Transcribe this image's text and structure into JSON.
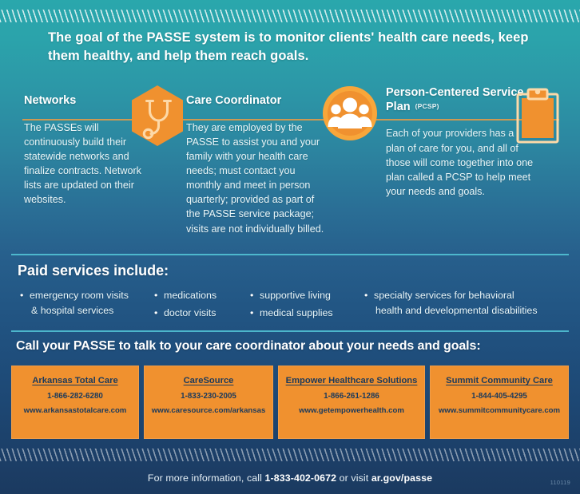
{
  "headline": "The goal of the PASSE system is to monitor clients' health care needs, keep them healthy, and help them reach goals.",
  "columns": [
    {
      "title": "Networks",
      "abbr": "",
      "body": "The PASSEs will continuously build their statewide networks and finalize contracts. Network lists are updated on their websites."
    },
    {
      "title": "Care Coordinator",
      "abbr": "",
      "body": "They are employed by the PASSE to assist you and your family with your health care needs; must contact you monthly and meet in person quarterly; provided as part of the PASSE service package; visits are not individually billed."
    },
    {
      "title": "Person-Centered Service Plan",
      "abbr": "(PCSP)",
      "body": "Each of your providers has a plan of care for you, and all of those will come together into one plan called a PCSP to help meet your needs and goals."
    }
  ],
  "icons": {
    "stethoscope": "stethoscope-icon",
    "people": "people-group-icon",
    "clipboard": "clipboard-icon"
  },
  "paid_services": {
    "heading": "Paid services include:",
    "groups": [
      {
        "items": [
          {
            "text": "emergency room visits",
            "cont": "& hospital services"
          }
        ]
      },
      {
        "items": [
          {
            "text": "medications",
            "cont": ""
          },
          {
            "text": "doctor visits",
            "cont": ""
          }
        ]
      },
      {
        "items": [
          {
            "text": "supportive living",
            "cont": ""
          },
          {
            "text": "medical supplies",
            "cont": ""
          }
        ]
      },
      {
        "items": [
          {
            "text": "specialty services for behavioral",
            "cont": "health and developmental disabilities"
          }
        ]
      }
    ],
    "bullet": "•"
  },
  "call_to_action": {
    "heading": "Call your PASSE to talk to your care coordinator about your needs and goals:"
  },
  "cards": [
    {
      "name": "Arkansas Total Care",
      "phone": "1-866-282-6280",
      "url": "www.arkansastotalcare.com"
    },
    {
      "name": "CareSource",
      "phone": "1-833-230-2005",
      "url": "www.caresource.com/arkansas"
    },
    {
      "name": "Empower Healthcare Solutions",
      "phone": "1-866-261-1286",
      "url": "www.getempowerhealth.com"
    },
    {
      "name": "Summit Community Care",
      "phone": "1-844-405-4295",
      "url": "www.summitcommunitycare.com"
    }
  ],
  "footer": {
    "prefix": "For more information, call ",
    "phone": "1-833-402-0672",
    "middle": " or visit ",
    "site": "ar.gov/passe",
    "doc_code": "110119"
  },
  "colors": {
    "accent_orange": "#f0912f",
    "connector": "#d79a4e",
    "rule": "#55c8d8",
    "teal_top": "#2aa7ac",
    "navy_bottom": "#1b3a60",
    "card_text": "#1b3a5c"
  }
}
